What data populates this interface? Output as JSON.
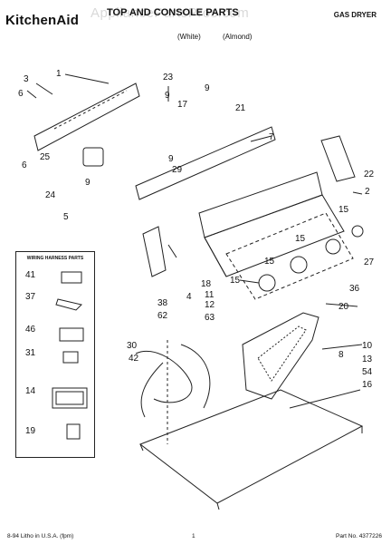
{
  "header": {
    "brand": "KitchenAid",
    "title": "TOP AND CONSOLE PARTS",
    "model_line": "",
    "variant_white": "(White)",
    "variant_almond": "(Almond)",
    "product_type": "GAS DRYER",
    "watermark": "AppliancePartsPros.com"
  },
  "wiring_harness": {
    "title": "WIRING HARNESS PARTS",
    "items": [
      "41",
      "37",
      "46",
      "31",
      "14",
      "19"
    ]
  },
  "callouts": [
    "1",
    "23",
    "3",
    "6",
    "9",
    "17",
    "9",
    "21",
    "7",
    "25",
    "9",
    "29",
    "6",
    "22",
    "24",
    "9",
    "2",
    "5",
    "15",
    "15",
    "27",
    "15",
    "15",
    "18",
    "4",
    "11",
    "12",
    "36",
    "20",
    "38",
    "62",
    "63",
    "30",
    "10",
    "42",
    "8",
    "13",
    "54",
    "16"
  ],
  "footer": {
    "left": "8-94 Litho in U.S.A. (fpm)",
    "page": "1",
    "part_no": "Part No. 4377226"
  },
  "colors": {
    "line": "#222222",
    "paper": "#ffffff"
  }
}
